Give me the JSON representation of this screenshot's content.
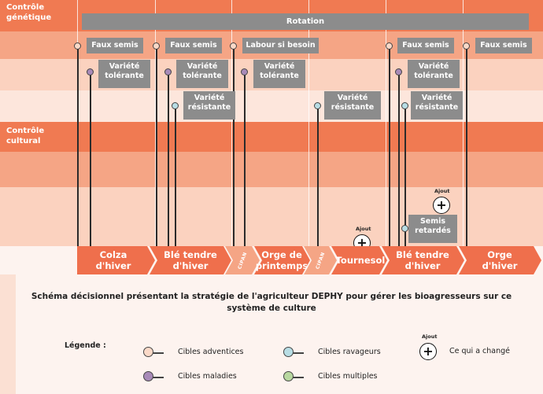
{
  "rows": {
    "genetic_label": "Contrôle\ngénétique",
    "cultural_label": "Contrôle\ncultural"
  },
  "rotation_label": "Rotation",
  "interventions": {
    "faux_semis": "Faux semis",
    "labour": "Labour si besoin",
    "variete_tolerante": "Variété\ntolérante",
    "variete_resistante": "Variété\nrésistante",
    "semis_retardes": "Semis\nretardés"
  },
  "crops": [
    "Colza\nd'hiver",
    "Blé tendre\nd'hiver",
    "Orge de\nprintemps",
    "Tournesol",
    "Blé tendre\nd'hiver",
    "Orge\nd'hiver"
  ],
  "intercrops": [
    "CIPAN",
    "CIPAN"
  ],
  "ajout_label": "Ajout",
  "plus_symbol": "+",
  "caption": "Schéma décisionnel  présentant la stratégie de l'agriculteur DEPHY pour gérer les bioagresseurs sur ce\nsystème de culture",
  "legend": {
    "title": "Légende :",
    "adventices": "Cibles adventices",
    "maladies": "Cibles maladies",
    "ravageurs": "Cibles ravageurs",
    "multiples": "Cibles multiples",
    "changed": "Ce qui a changé"
  },
  "colors": {
    "band_dark": "#f07a52",
    "band_mid": "#f5a585",
    "band_light": "#fbd2bf",
    "band_pale": "#fde6dc",
    "crop_arrow": "#ef6f4c",
    "box_grey": "#8c8c8c"
  }
}
